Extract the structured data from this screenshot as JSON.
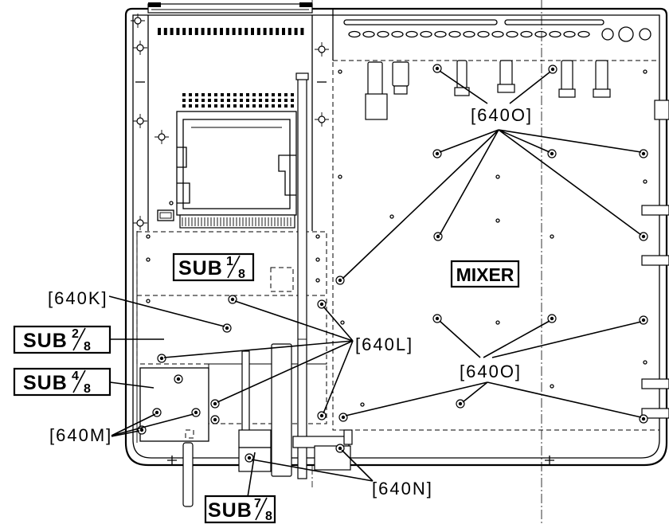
{
  "diagram": {
    "boxed_labels": {
      "sub_1_8": {
        "text": "SUB",
        "numerator": "1",
        "denominator": "8"
      },
      "sub_2_8": {
        "text": "SUB",
        "numerator": "2",
        "denominator": "8"
      },
      "sub_4_8": {
        "text": "SUB",
        "numerator": "4",
        "denominator": "8"
      },
      "sub_7_8": {
        "text": "SUB",
        "numerator": "7",
        "denominator": "8"
      },
      "mixer": {
        "text": "MIXER"
      }
    },
    "callouts": {
      "ref_640k": "[640K]",
      "ref_640l": "[640L]",
      "ref_640m": "[640M]",
      "ref_640n": "[640N]",
      "ref_640o_upper": "[640O]",
      "ref_640o_lower": "[640O]"
    }
  }
}
